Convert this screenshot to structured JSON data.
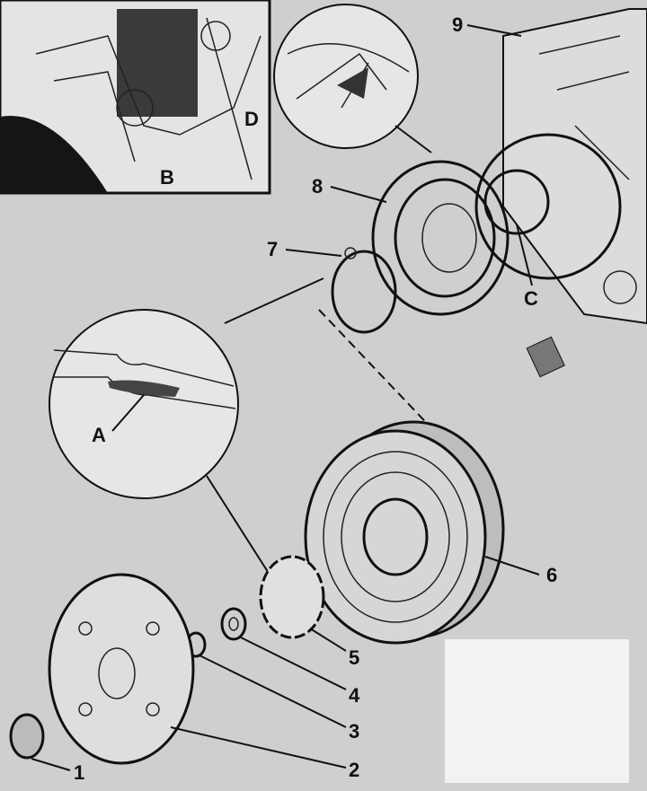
{
  "diagram": {
    "title": "Compressor magnetic clutch exploded view",
    "part_labels": {
      "p1": "1",
      "p2": "2",
      "p3": "3",
      "p4": "4",
      "p5": "5",
      "p6": "6",
      "p7": "7",
      "p8": "8",
      "p9": "9"
    },
    "detail_labels": {
      "a": "A",
      "b": "B",
      "c": "C",
      "d": "D"
    }
  }
}
